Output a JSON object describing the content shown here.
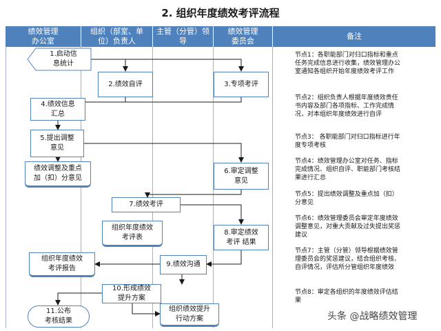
{
  "title": "2. 组织年度绩效考评流程",
  "headers": [
    "绩效管理\n办公室",
    "组织（部室、单\n位）负责人",
    "主管（分管）领\n导",
    "绩效管理\n委员会",
    "备注"
  ],
  "nodes": {
    "n1": "1.启动信\n息统计",
    "n2": "2.绩效自评",
    "n3": "3.专项考评",
    "n4": "4.绩效信息\n汇总",
    "n5": "5.提出调整\n意见",
    "doc_adjust": "绩效调整及重点\n加（扣）分意见",
    "n6": "6.审定调整\n意见",
    "n7": "7.绩效考评",
    "doc_eval_table": "组织年度绩效\n考评表",
    "n8": "8.审定绩效\n考评 结果",
    "doc_eval_report": "组织年度绩效\n考评报告",
    "n9": "9.绩效沟通",
    "n10": "10.形成绩效\n提升方案",
    "doc_plan": "组织绩效提升\n行动方案",
    "n11": "11.公布\n考核结果"
  },
  "notes": [
    "节点1：各职能部门对归口指标和重点任务完成信息进行收集，绩效管理办公室通知各组织开始年度绩效考评工作",
    "节点2：组织负责人根据年度绩效责任书内容及部门各项指标、工作完成情况，对本组织年度绩效进行自评",
    "节点3：  各职能部门对归口指标进行年度专项考核",
    "节点4：绩效管理办公室对任务、指标完成情况、组织自评、职能部门考核结果进行汇总",
    "节点5：提出绩效调整及重点加（扣）分意见",
    "节点6：绩效管理委员会审定年度绩效调整意见，对重大贡献及过失提出奖惩建议",
    "节点7：主管（分管）领导根据绩效管理委员会的奖惩建议，结合组织考核、自评情况，评估所分管组织年度绩效",
    "节点8：审定各组织的年度绩效评估结果"
  ],
  "watermark": "头条 @战略绩效管理"
}
